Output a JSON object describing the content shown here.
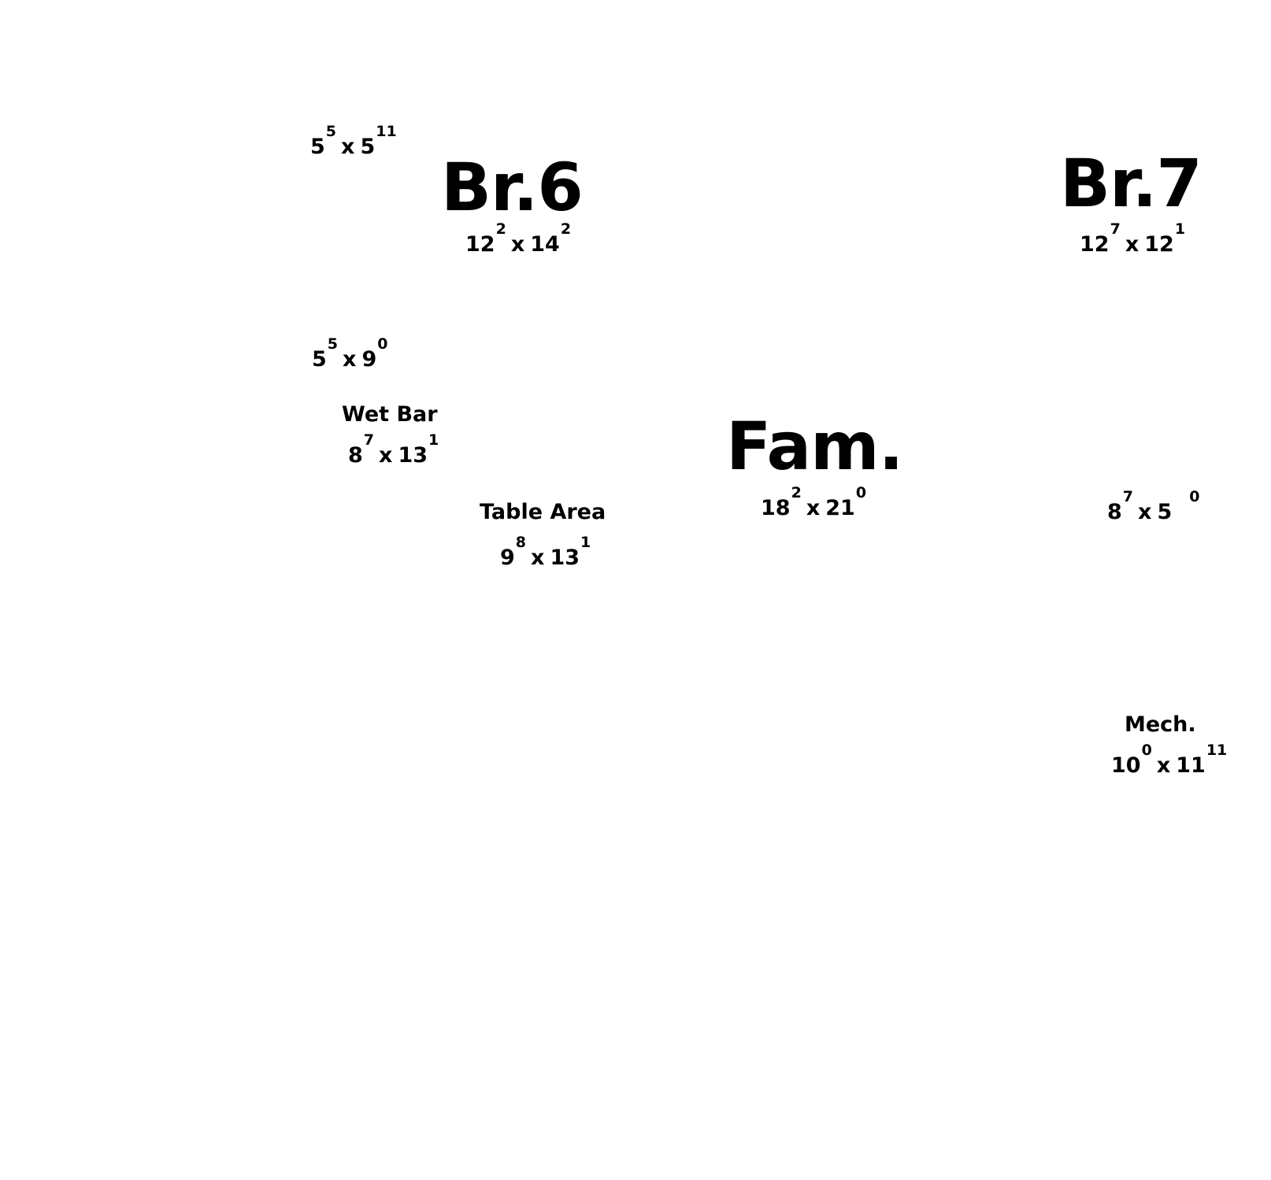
{
  "rooms": [
    {
      "id": "closet-top",
      "name": "",
      "dim": {
        "w_ft": "5",
        "w_in": "5",
        "h_ft": "5",
        "h_in": "11"
      }
    },
    {
      "id": "br6",
      "name": "Br.6",
      "dim": {
        "w_ft": "12",
        "w_in": "2",
        "h_ft": "14",
        "h_in": "2"
      }
    },
    {
      "id": "br7",
      "name": "Br.7",
      "dim": {
        "w_ft": "12",
        "w_in": "7",
        "h_ft": "12",
        "h_in": "1"
      }
    },
    {
      "id": "closet-mid",
      "name": "",
      "dim": {
        "w_ft": "5",
        "w_in": "5",
        "h_ft": "9",
        "h_in": "0"
      }
    },
    {
      "id": "wet-bar",
      "name": "Wet Bar",
      "dim": {
        "w_ft": "8",
        "w_in": "7",
        "h_ft": "13",
        "h_in": "1"
      }
    },
    {
      "id": "table-area",
      "name": "Table Area",
      "dim": {
        "w_ft": "9",
        "w_in": "8",
        "h_ft": "13",
        "h_in": "1"
      }
    },
    {
      "id": "fam",
      "name": "Fam.",
      "dim": {
        "w_ft": "18",
        "w_in": "2",
        "h_ft": "21",
        "h_in": "0"
      }
    },
    {
      "id": "right-storage",
      "name": "",
      "dim": {
        "w_ft": "8",
        "w_in": "7",
        "h_ft": "5",
        "h_in": "0"
      }
    },
    {
      "id": "mech",
      "name": "Mech.",
      "dim": {
        "w_ft": "10",
        "w_in": "0",
        "h_ft": "11",
        "h_in": "11"
      }
    }
  ]
}
